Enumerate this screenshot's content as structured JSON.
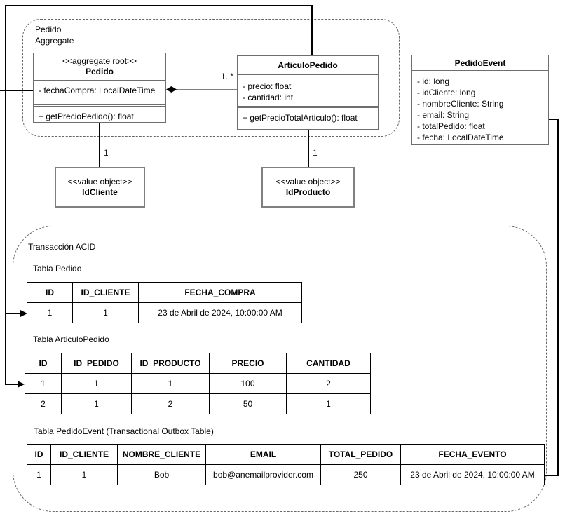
{
  "groups": {
    "aggregate": {
      "line1": "Pedido",
      "line2": "Aggregate"
    },
    "transaction": {
      "label": "Transacción ACID"
    }
  },
  "classes": {
    "pedido": {
      "stereotype": "<<aggregate root>>",
      "name": "Pedido",
      "attributes": [
        "- fechaCompra: LocalDateTime"
      ],
      "methods": [
        "+ getPrecioPedido(): float"
      ]
    },
    "articulo_pedido": {
      "name": "ArticuloPedido",
      "attributes": [
        "- precio: float",
        "- cantidad: int"
      ],
      "methods": [
        "+ getPrecioTotalArticulo(): float"
      ]
    },
    "pedido_event": {
      "name": "PedidoEvent",
      "attributes": [
        "- id: long",
        "- idCliente: long",
        "- nombreCliente: String",
        "- email: String",
        "- totalPedido: float",
        "- fecha: LocalDateTime"
      ]
    }
  },
  "value_objects": {
    "id_cliente": {
      "stereotype": "<<value object>>",
      "name": "IdCliente"
    },
    "id_producto": {
      "stereotype": "<<value object>>",
      "name": "IdProducto"
    }
  },
  "multiplicities": {
    "pedido_articulo": "1..*",
    "pedido_idcliente": "1",
    "articulo_idproducto": "1"
  },
  "tables": {
    "pedido": {
      "title": "Tabla Pedido",
      "headers": [
        "ID",
        "ID_CLIENTE",
        "FECHA_COMPRA"
      ],
      "rows": [
        [
          "1",
          "1",
          "23 de Abril de 2024, 10:00:00 AM"
        ]
      ]
    },
    "articulo_pedido": {
      "title": "Tabla ArticuloPedido",
      "headers": [
        "ID",
        "ID_PEDIDO",
        "ID_PRODUCTO",
        "PRECIO",
        "CANTIDAD"
      ],
      "rows": [
        [
          "1",
          "1",
          "1",
          "100",
          "2"
        ],
        [
          "2",
          "1",
          "2",
          "50",
          "1"
        ]
      ]
    },
    "pedido_event": {
      "title": "Tabla PedidoEvent (Transactional Outbox Table)",
      "headers": [
        "ID",
        "ID_CLIENTE",
        "NOMBRE_CLIENTE",
        "EMAIL",
        "TOTAL_PEDIDO",
        "FECHA_EVENTO"
      ],
      "rows": [
        [
          "1",
          "1",
          "Bob",
          "bob@anemailprovider.com",
          "250",
          "23 de Abril de 2024, 10:00:00 AM"
        ]
      ]
    }
  },
  "colors": {
    "class_border": "#6e6e6e",
    "table_border": "#000000",
    "connector": "#000000",
    "background": "#ffffff"
  }
}
